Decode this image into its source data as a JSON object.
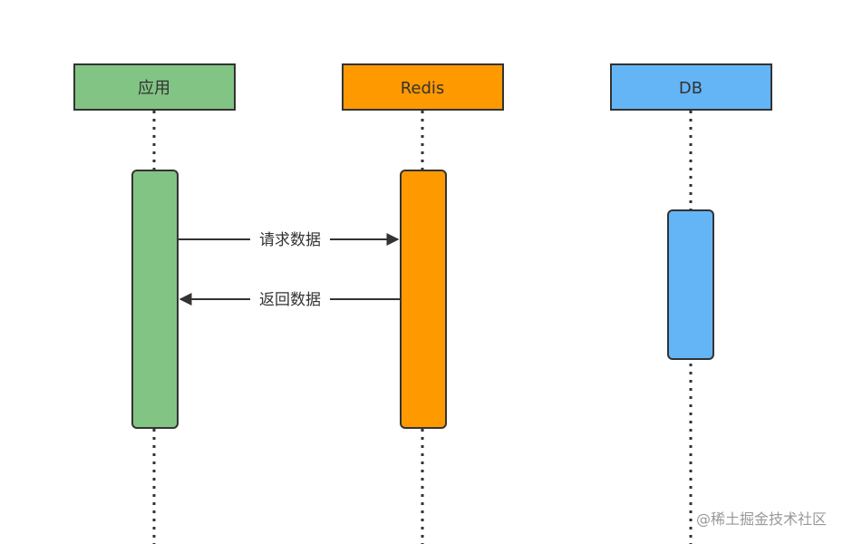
{
  "participants": [
    {
      "label": "应用",
      "color": "#82c484"
    },
    {
      "label": "Redis",
      "color": "#ff9900"
    },
    {
      "label": "DB",
      "color": "#64b5f6"
    }
  ],
  "messages": [
    {
      "label": "请求数据",
      "direction": "right"
    },
    {
      "label": "返回数据",
      "direction": "left"
    }
  ],
  "watermark": "@稀土掘金技术社区",
  "colors": {
    "stroke": "#333333",
    "text": "#333333",
    "lifeline": "#333333",
    "watermark": "#999999"
  }
}
